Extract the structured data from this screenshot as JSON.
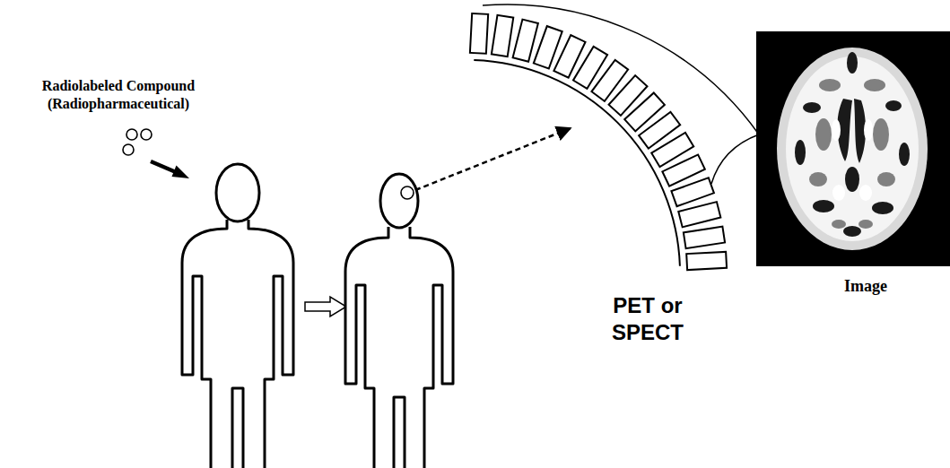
{
  "diagram": {
    "labels": [
      "Radiolabeled Compound (Radiopharmaceutical)",
      "PET or SPECT",
      "Image"
    ]
  }
}
